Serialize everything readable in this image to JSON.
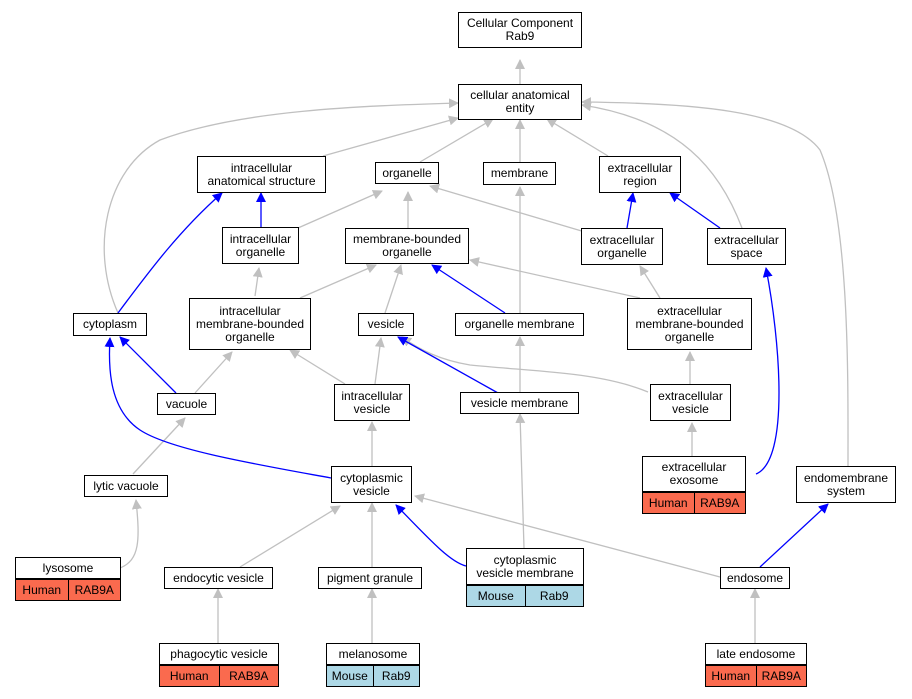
{
  "colors": {
    "gray_edge": "#c0c0c0",
    "blue_edge": "#0000ff",
    "human": "#FA6A4E",
    "mouse": "#ADD8E6"
  },
  "nodes": {
    "root": "Cellular Component\nRab9",
    "cae": "cellular anatomical\nentity",
    "ias": "intracellular\nanatomical structure",
    "organelle": "organelle",
    "membrane": "membrane",
    "ecr": "extracellular\nregion",
    "io": "intracellular\norganelle",
    "mbo": "membrane-bounded\norganelle",
    "eco": "extracellular\norganelle",
    "ecs": "extracellular\nspace",
    "cytoplasm": "cytoplasm",
    "imbo": "intracellular\nmembrane-bounded\norganelle",
    "vesicle": "vesicle",
    "orgmem": "organelle membrane",
    "embo": "extracellular\nmembrane-bounded\norganelle",
    "vacuole": "vacuole",
    "iv": "intracellular\nvesicle",
    "vesmem": "vesicle membrane",
    "ecv": "extracellular\nvesicle",
    "lytic": "lytic vacuole",
    "cytves": "cytoplasmic\nvesicle",
    "exosome": "extracellular\nexosome",
    "ems": "endomembrane\nsystem",
    "lysosome": "lysosome",
    "endocytic": "endocytic vesicle",
    "pigment": "pigment granule",
    "cvm": "cytoplasmic\nvesicle membrane",
    "endosome": "endosome",
    "phago": "phagocytic vesicle",
    "melano": "melanosome",
    "late": "late endosome"
  },
  "annotations": {
    "exosome": [
      "Human",
      "RAB9A"
    ],
    "lysosome": [
      "Human",
      "RAB9A"
    ],
    "cvm": [
      "Mouse",
      "Rab9"
    ],
    "phago": [
      "Human",
      "RAB9A"
    ],
    "melano": [
      "Mouse",
      "Rab9"
    ],
    "late": [
      "Human",
      "RAB9A"
    ]
  }
}
